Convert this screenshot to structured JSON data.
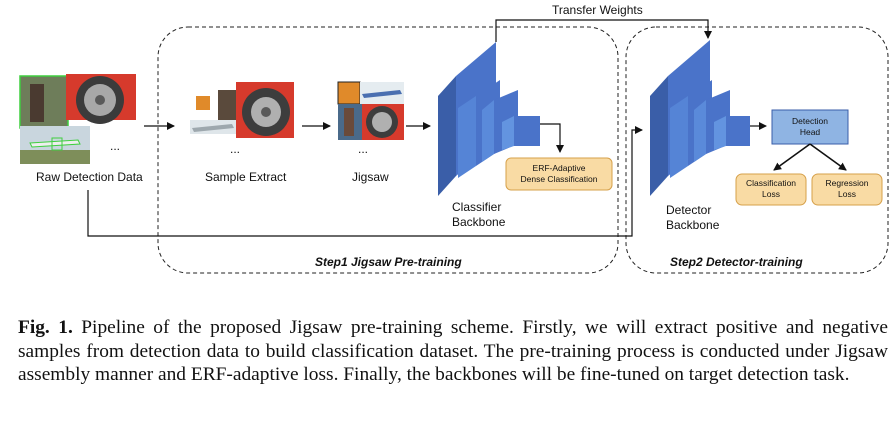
{
  "diagram": {
    "raw_label": "Raw Detection Data",
    "sample_label": "Sample Extract",
    "jigsaw_label": "Jigsaw",
    "ellipsis": "...",
    "transfer_label": "Transfer Weights",
    "classifier_line1": "Classifier",
    "classifier_line2": "Backbone",
    "erf_line1": "ERF-Adaptive",
    "erf_line2": "Dense Classification",
    "detector_line1": "Detector",
    "detector_line2": "Backbone",
    "head_line1": "Detection",
    "head_line2": "Head",
    "cls_line1": "Classification",
    "cls_line2": "Loss",
    "reg_line1": "Regression",
    "reg_line2": "Loss",
    "step1": "Step1 Jigsaw Pre-training",
    "step2": "Step2 Detector-training"
  },
  "caption": {
    "prefix": "Fig. 1.",
    "text": " Pipeline of the proposed Jigsaw pre-training scheme. Firstly, we will extract positive and negative samples from detection data to build classification dataset. The pre-training process is conducted under Jigsaw assembly manner and ERF-adaptive loss. Finally, the backbones will be fine-tuned on target detection task."
  },
  "colors": {
    "backbone": "#4a73c9",
    "backbone_dark": "#3a5ea8",
    "head": "#8fb4e3",
    "loss_box": "#f9dba4",
    "loss_border": "#d6a04a"
  }
}
